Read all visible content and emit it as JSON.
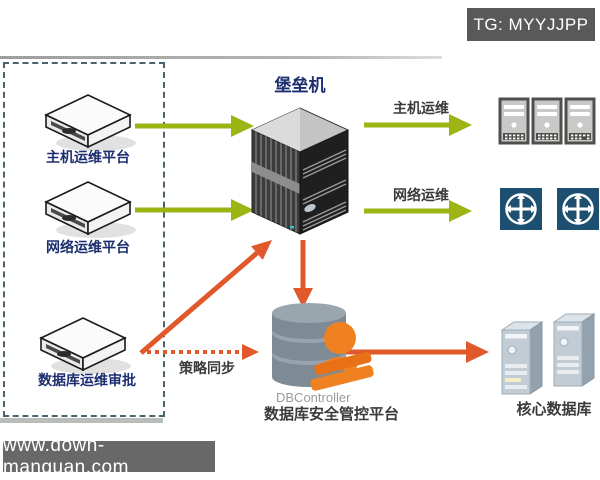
{
  "meta": {
    "tg_badge": "TG: MYYJJPP",
    "site_watermark": "www.down-manguan.com"
  },
  "colors": {
    "arrow_green": "#9cb414",
    "arrow_orange": "#e1582a",
    "label_navy": "#1d2f70",
    "label_dark": "#3a3a3a",
    "badge_bg": "#595959",
    "watermark_bg": "#686868",
    "router_blue": "#1d4f70",
    "db_gray": "#7e8b94",
    "stamp_orange": "#ef8120"
  },
  "diagram": {
    "bastion_label": "堡垒机",
    "left_group": {
      "items": [
        {
          "label": "主机运维平台"
        },
        {
          "label": "网络运维平台"
        },
        {
          "label": "数据库运维审批"
        }
      ]
    },
    "right": {
      "host_ops_label": "主机运维",
      "network_ops_label": "网络运维",
      "core_db_label": "核心数据库"
    },
    "db_controller": {
      "name": "DBController",
      "label": "数据库安全管控平台"
    },
    "policy_sync_label": "策略同步"
  }
}
